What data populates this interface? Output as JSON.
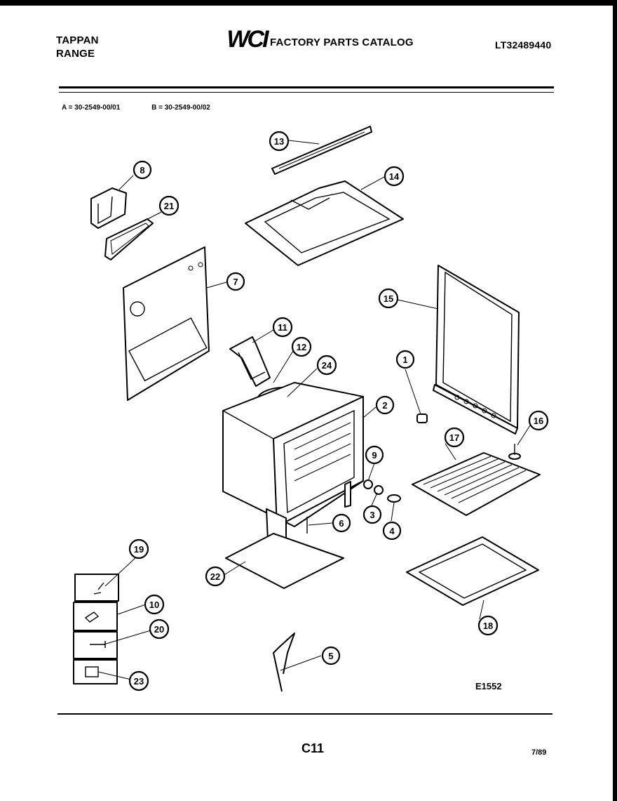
{
  "header": {
    "brand_line1": "TAPPAN",
    "brand_line2": "RANGE",
    "logo_text": "WCI",
    "catalog_title": "FACTORY PARTS CATALOG",
    "catalog_number": "LT32489440"
  },
  "variants": {
    "a": "A = 30-2549-00/01",
    "b": "B = 30-2549-00/02"
  },
  "callouts": [
    "1",
    "2",
    "3",
    "4",
    "5",
    "6",
    "7",
    "8",
    "9",
    "10",
    "11",
    "12",
    "13",
    "14",
    "15",
    "16",
    "17",
    "18",
    "19",
    "20",
    "21",
    "22",
    "23",
    "24"
  ],
  "footer": {
    "drawing_code": "E1552",
    "page_number": "C11",
    "date_code": "7/89"
  }
}
